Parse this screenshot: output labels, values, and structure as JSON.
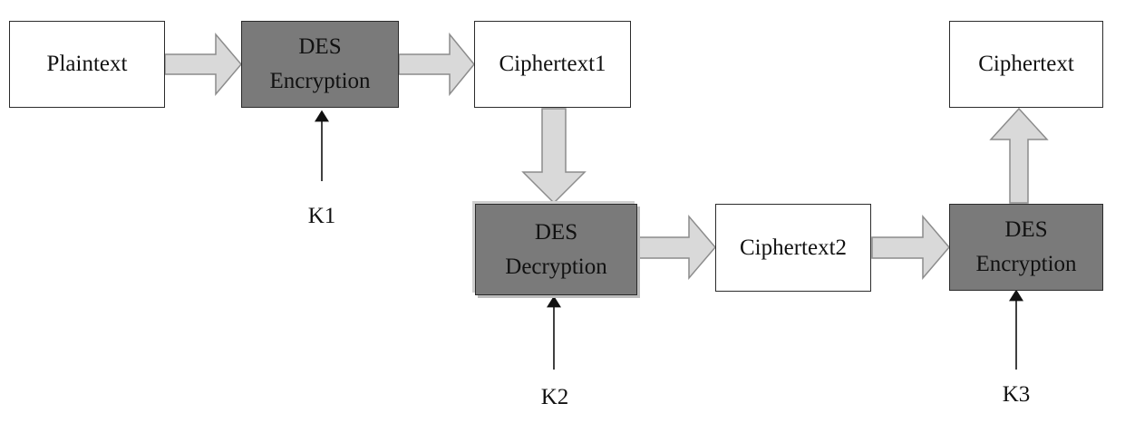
{
  "nodes": {
    "plaintext": "Plaintext",
    "enc1": {
      "line1": "DES",
      "line2": "Encryption"
    },
    "ciphertext1": "Ciphertext1",
    "dec": {
      "line1": "DES",
      "line2": "Decryption"
    },
    "ciphertext2": "Ciphertext2",
    "enc2": {
      "line1": "DES",
      "line2": "Encryption"
    },
    "ciphertext": "Ciphertext"
  },
  "keys": {
    "k1": "K1",
    "k2": "K2",
    "k3": "K3"
  },
  "colors": {
    "process_fill": "#7a7a7a",
    "arrow_fill": "#d9d9d9",
    "arrow_stroke": "#8c8c8c",
    "line": "#111111"
  }
}
